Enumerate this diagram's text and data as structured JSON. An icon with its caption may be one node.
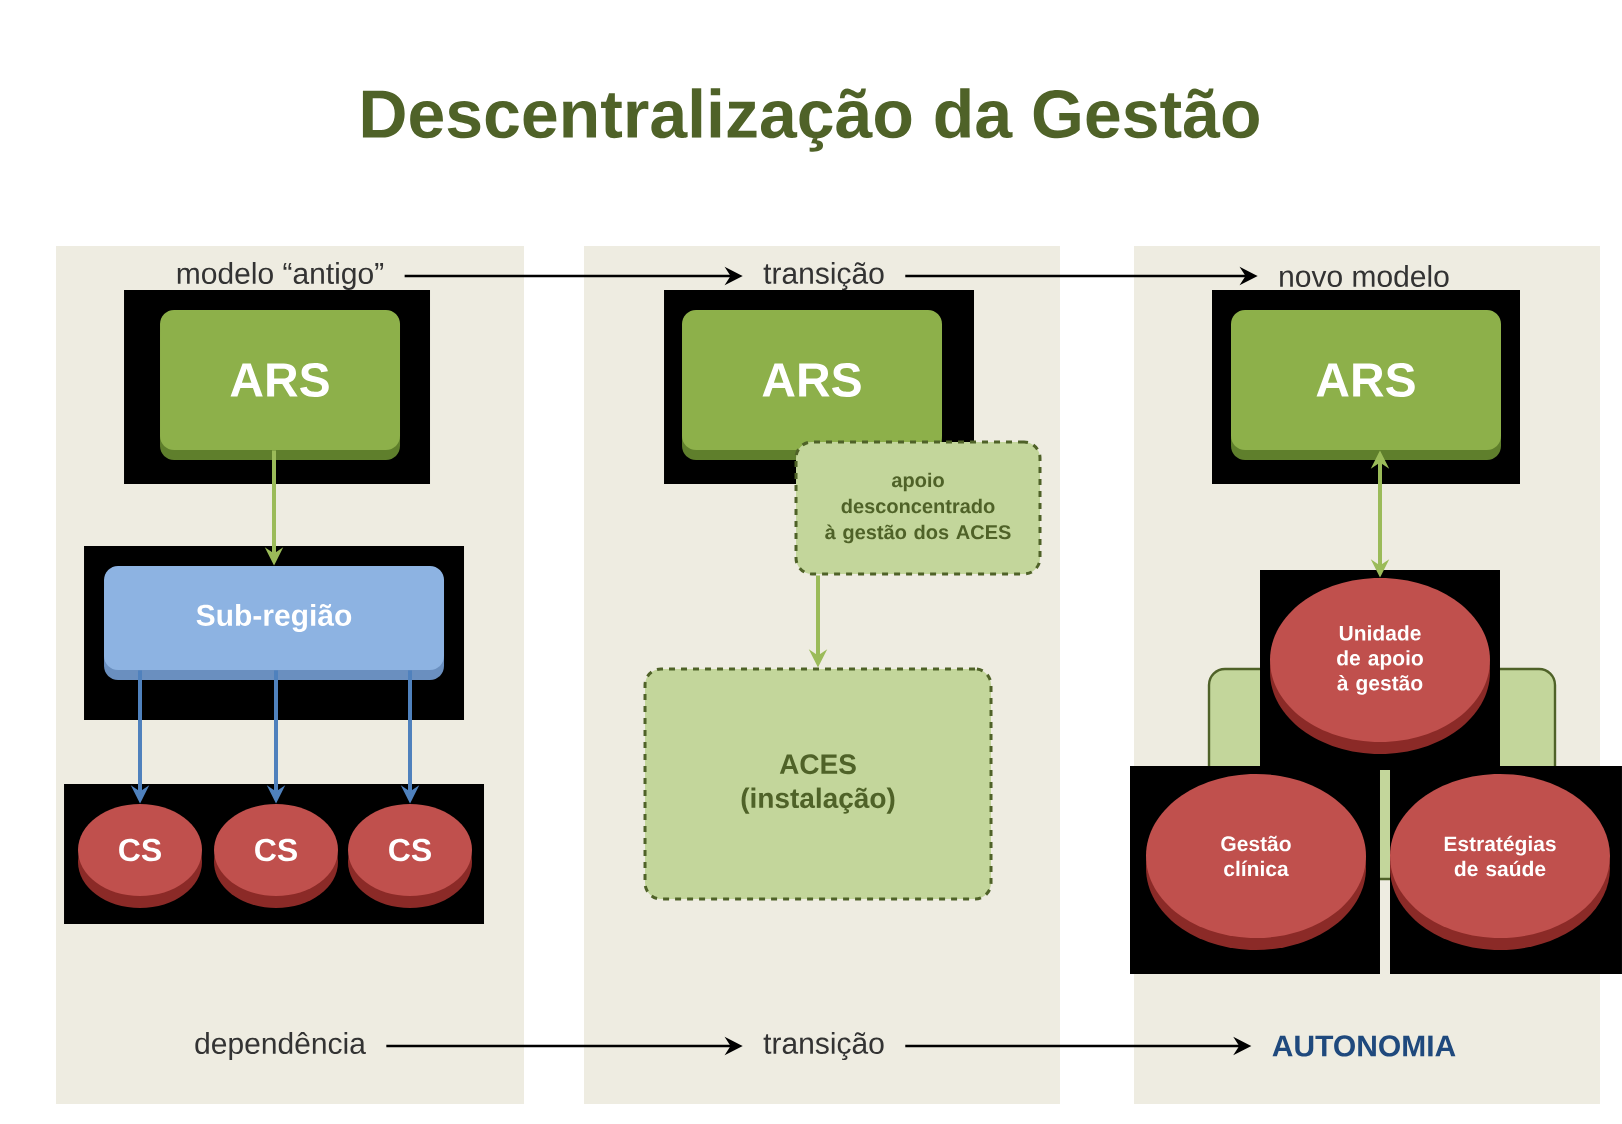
{
  "diagram": {
    "title": "Descentralização da Gestão",
    "nodes": [
      {
        "text": [
          "modelo “antigo”"
        ]
      },
      {
        "text": [
          "transição"
        ]
      },
      {
        "text": [
          "novo modelo"
        ]
      },
      {
        "text": [
          "ARS"
        ]
      },
      {
        "text": [
          "Sub-região"
        ]
      },
      {
        "text": [
          "CS"
        ]
      },
      {
        "text": [
          "CS"
        ]
      },
      {
        "text": [
          "CS"
        ]
      },
      {
        "text": [
          "ARS"
        ]
      },
      {
        "text": [
          "apoio desconcentrado à gestão dos ACES"
        ]
      },
      {
        "text": [
          "ACES (instalação)"
        ]
      },
      {
        "text": [
          "ARS"
        ]
      },
      {
        "text": [],
        "shape": "box"
      },
      {
        "text": [
          "Unidade de apoio à gestão"
        ]
      },
      {
        "text": [
          "Gestão clínica"
        ]
      },
      {
        "text": [
          "Estratégias de saúde"
        ]
      },
      {
        "text": [
          "dependência"
        ]
      },
      {
        "text": [
          "transição"
        ]
      },
      {
        "text": [
          "AUTONOMIA"
        ]
      }
    ],
    "edges": [
      {
        "from": 0,
        "to": 1,
        "arrow": "to"
      },
      {
        "from": 1,
        "to": 2,
        "arrow": "to"
      },
      {
        "from": 3,
        "to": 4,
        "arrow": "to",
        "color": "#9bbb59"
      },
      {
        "from": 4,
        "to": 5,
        "arrow": "to",
        "color": "#4f81bd"
      },
      {
        "from": 4,
        "to": 6,
        "arrow": "to",
        "color": "#4f81bd"
      },
      {
        "from": 4,
        "to": 7,
        "arrow": "to",
        "color": "#4f81bd"
      },
      {
        "from": 9,
        "to": 10,
        "arrow": "to",
        "color": "#9bbb59"
      },
      {
        "from": 11,
        "to": 13,
        "arrow": "both",
        "color": "#9bbb59"
      },
      {
        "from": 16,
        "to": 17,
        "arrow": "to"
      },
      {
        "from": 17,
        "to": 18,
        "arrow": "to"
      }
    ]
  }
}
